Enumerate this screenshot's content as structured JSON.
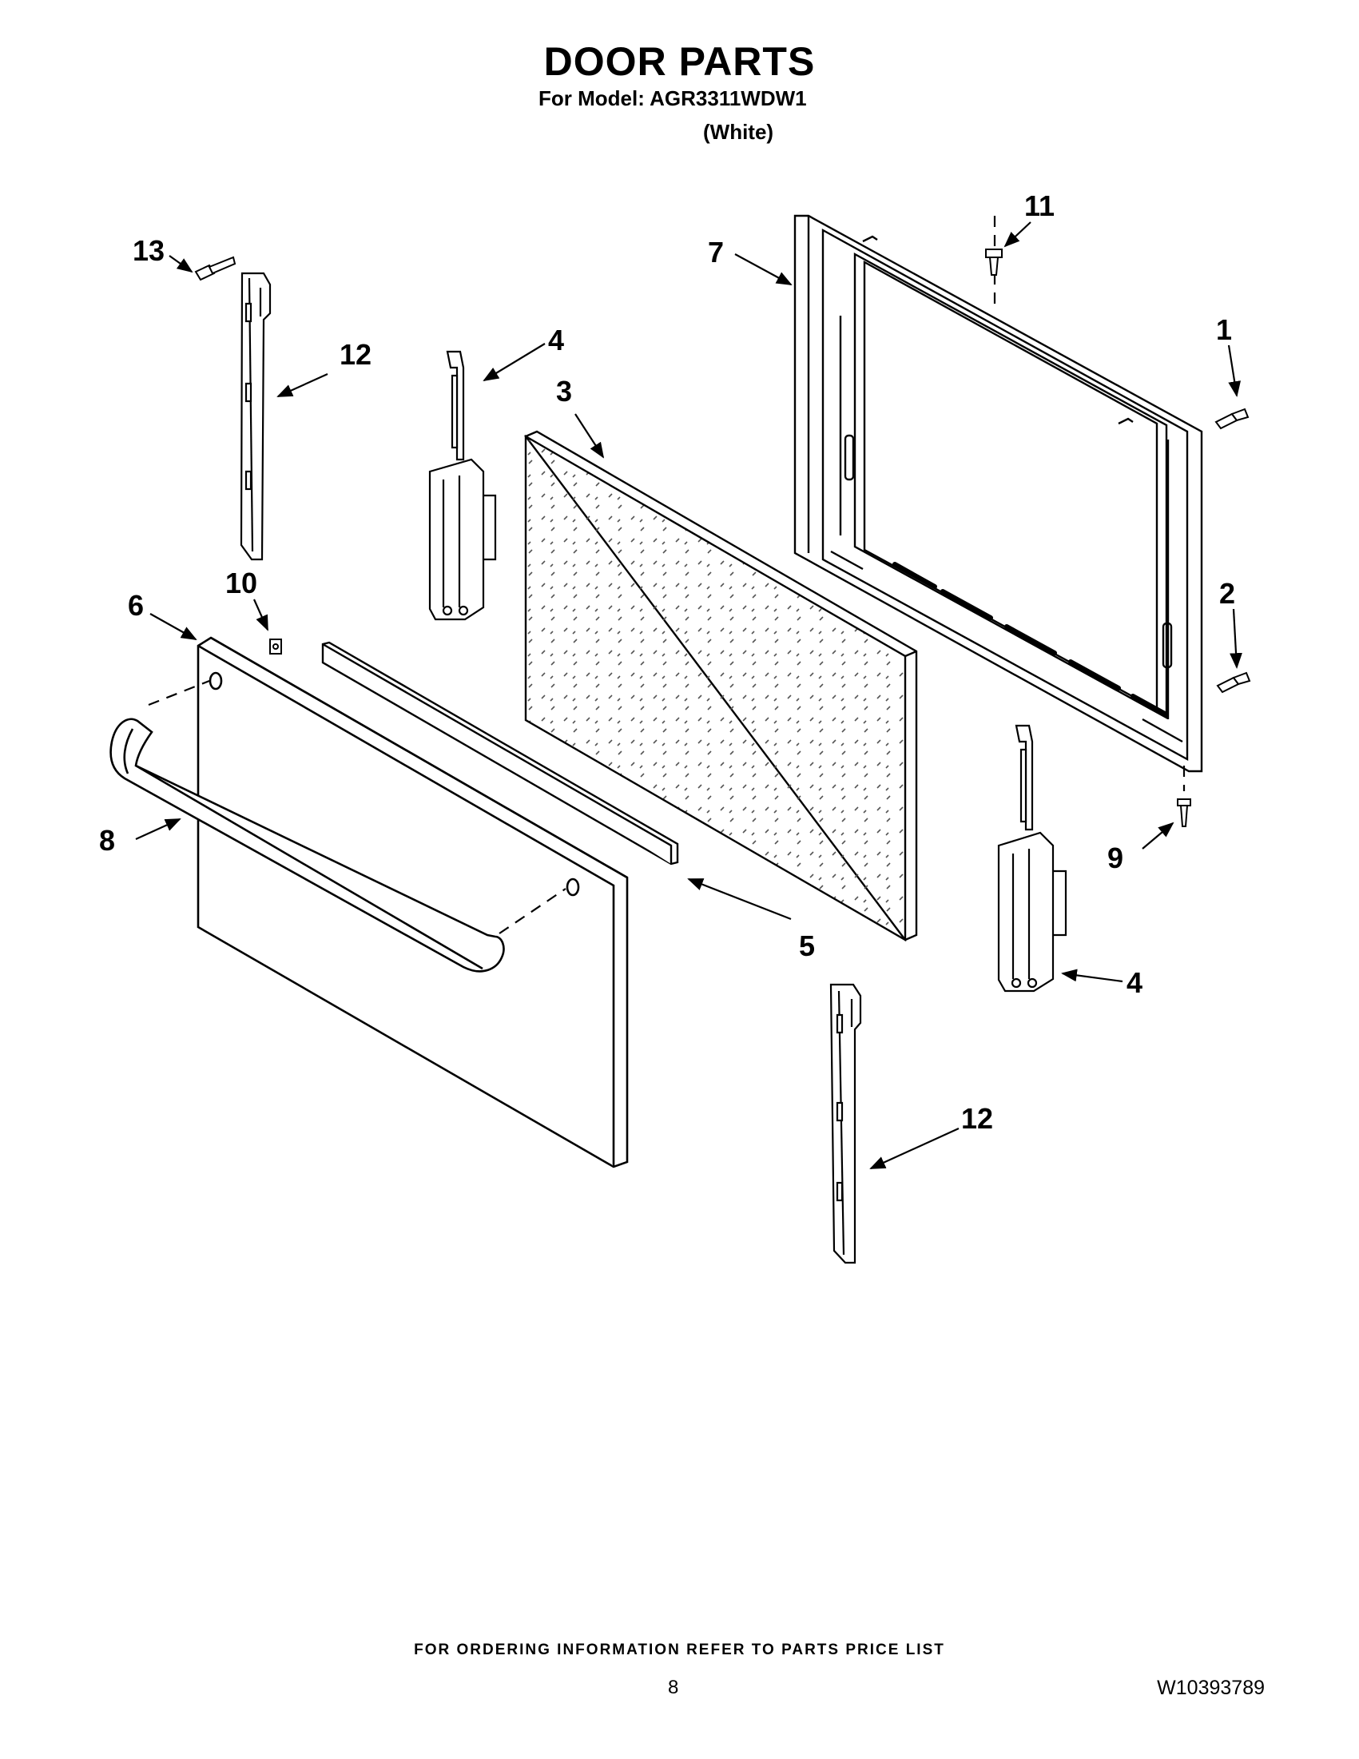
{
  "header": {
    "title": "DOOR PARTS",
    "model_line": "For Model: AGR3311WDW1",
    "color_line": "(White)"
  },
  "callouts": [
    "1",
    "2",
    "3",
    "4",
    "4",
    "5",
    "6",
    "7",
    "8",
    "9",
    "10",
    "11",
    "12",
    "12",
    "13"
  ],
  "footer": {
    "ordering_note": "FOR ORDERING INFORMATION REFER TO PARTS PRICE LIST",
    "page_number": "8",
    "document_number": "W10393789"
  }
}
